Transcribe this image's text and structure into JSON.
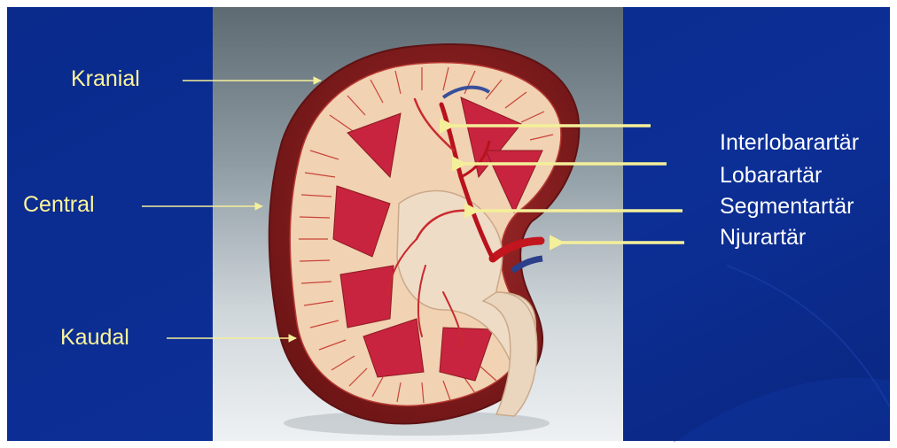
{
  "colors": {
    "background": "#0b2a8e",
    "label_left": "#fdf59a",
    "label_right": "#ffffff",
    "arrow": "#f4ef9a"
  },
  "labels_left": {
    "kranial": "Kranial",
    "central": "Central",
    "kaudal": "Kaudal"
  },
  "labels_right": {
    "interlobar": "Interlobarartär",
    "lobar": "Lobarartär",
    "segment": "Segmentartär",
    "renal": "Njurartär"
  }
}
